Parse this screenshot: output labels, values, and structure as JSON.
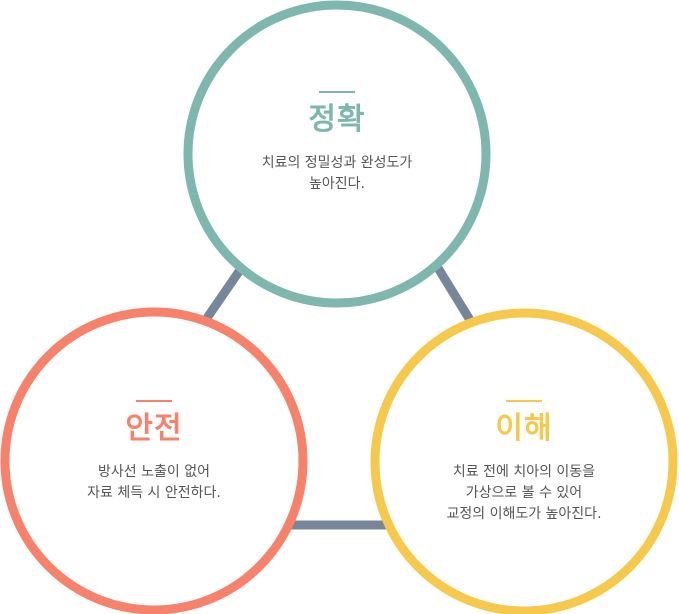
{
  "colors": {
    "accuracy": "#7db7ad",
    "safety": "#f7826b",
    "understanding": "#f6c94c",
    "connector": "#76879c",
    "text": "#555555"
  },
  "circles": {
    "accuracy": {
      "title": "정확",
      "lines": [
        "치료의 정밀성과 완성도가",
        "높아진다."
      ]
    },
    "safety": {
      "title": "안전",
      "lines": [
        "방사선 노출이 없어",
        "자료 체득 시 안전하다."
      ]
    },
    "understanding": {
      "title": "이해",
      "lines": [
        "치료 전에 치아의 이동을",
        "가상으로 볼 수 있어",
        "교정의 이해도가 높아진다."
      ]
    }
  }
}
